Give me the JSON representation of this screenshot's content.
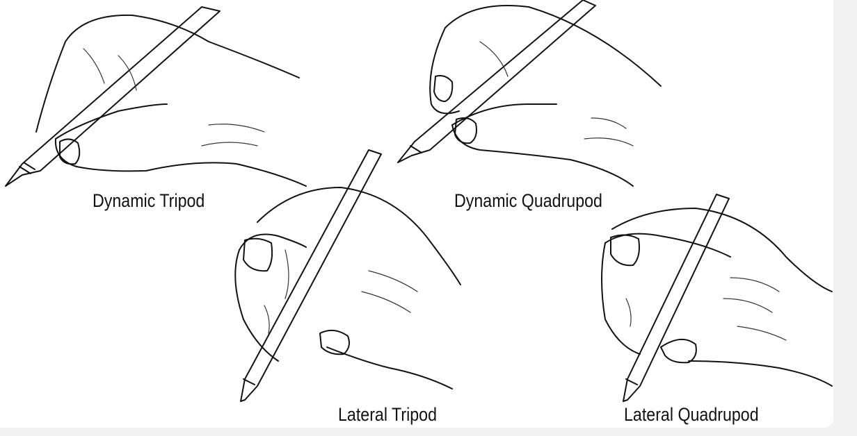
{
  "grips": [
    {
      "label": "Dynamic Tripod"
    },
    {
      "label": "Dynamic Quadrupod"
    },
    {
      "label": "Lateral Tripod"
    },
    {
      "label": "Lateral Quadrupod"
    }
  ]
}
